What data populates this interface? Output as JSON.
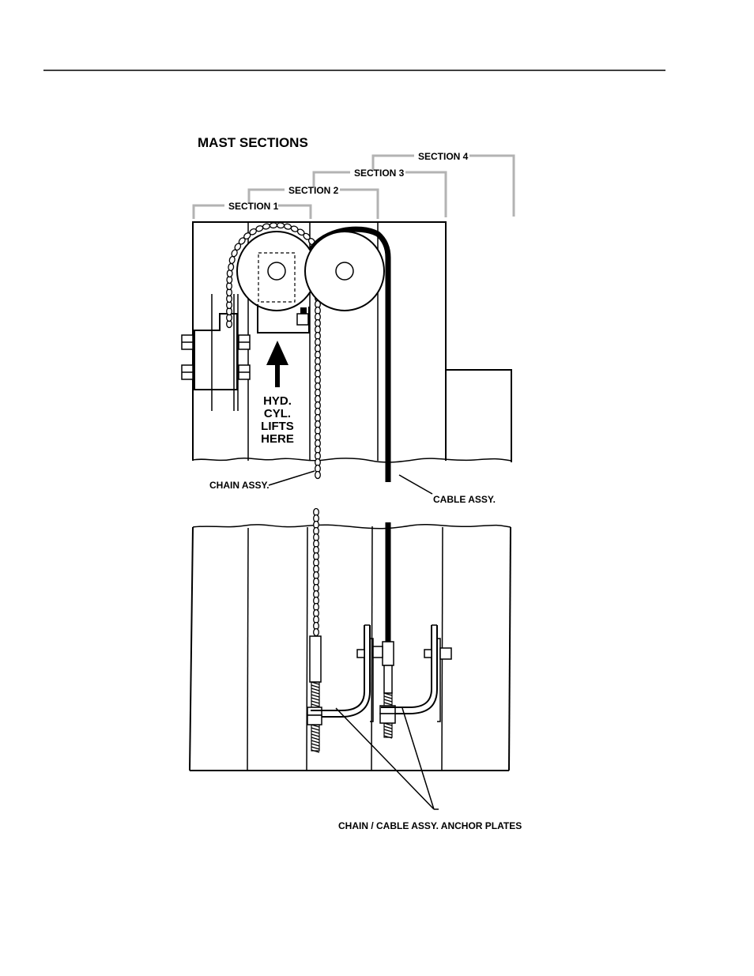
{
  "title": "MAST SECTIONS",
  "sections": [
    "SECTION 1",
    "SECTION 2",
    "SECTION 3",
    "SECTION 4"
  ],
  "arrow_label": [
    "HYD.",
    "CYL.",
    "LIFTS",
    "HERE"
  ],
  "callouts": {
    "chain": "CHAIN ASSY.",
    "cable": "CABLE ASSY.",
    "anchor": "CHAIN / CABLE ASSY.  ANCHOR PLATES"
  },
  "colors": {
    "line": "#000000",
    "bracket": "#b3b3b3",
    "background": "#ffffff"
  }
}
